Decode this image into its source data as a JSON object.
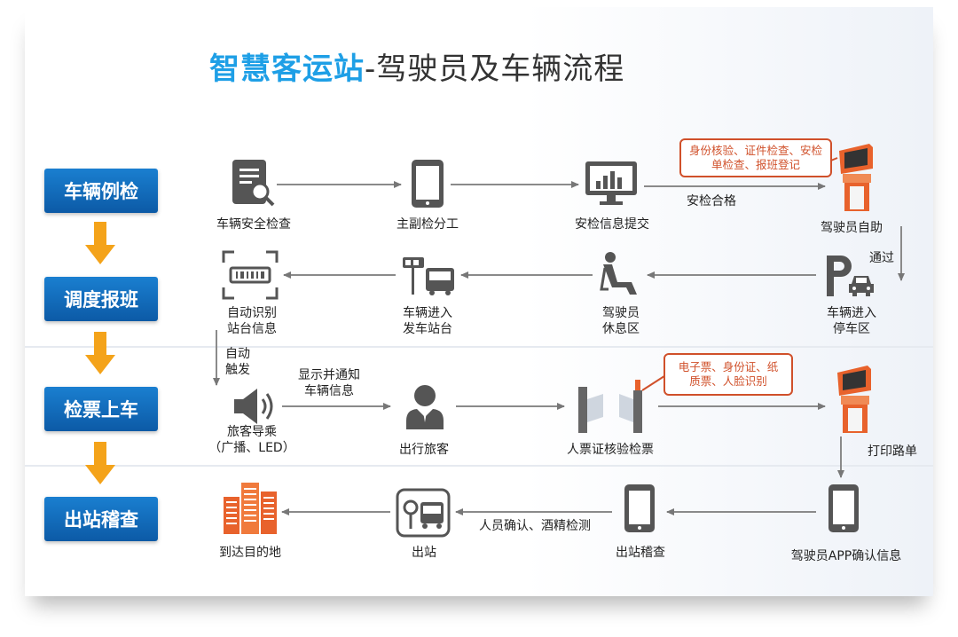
{
  "title": {
    "accent": "智慧客运站",
    "rest": "-驾驶员及车辆流程"
  },
  "stages": [
    "车辆例检",
    "调度报班",
    "检票上车",
    "出站稽查"
  ],
  "nodes": {
    "safety_check": "车辆安全检查",
    "assign": "主副检分工",
    "submit": "安检信息提交",
    "self_service": "驾驶员自助",
    "auto_identify": "自动识别\n站台信息",
    "enter_station": "车辆进入\n发车站台",
    "lounge": "驾驶员\n休息区",
    "parking": "车辆进入\n停车区",
    "guide": "旅客导乘\n（广播、LED）",
    "passenger": "出行旅客",
    "ticket_check": "人票证核验检票",
    "print": "打印路单",
    "destination": "到达目的地",
    "depart": "出站",
    "exit_check": "出站稽查",
    "app_confirm": "驾驶员APP确认信息"
  },
  "edges": {
    "pass_check": "安检合格",
    "pass": "通过",
    "auto_trigger": "自动\n触发",
    "display_notify": "显示并通知\n车辆信息",
    "confirm_alcohol": "人员确认、酒精检测"
  },
  "callouts": {
    "self_service": "身份核验、证件检查、安检\n单检查、报班登记",
    "ticket": "电子票、身份证、纸\n质票、人脸识别"
  },
  "colors": {
    "accent": "#1e9fe6",
    "stage_blue": "#0c5aa6",
    "arrow_orange": "#f4a31a",
    "callout_red": "#d0502a",
    "icon_gray": "#555555",
    "kiosk_orange": "#e8622c"
  }
}
